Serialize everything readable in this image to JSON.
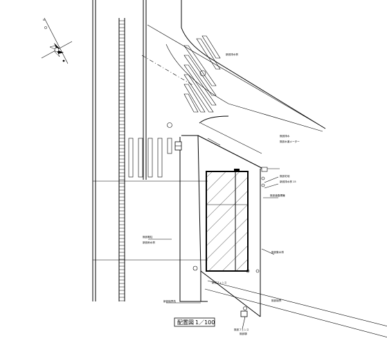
{
  "title": {
    "name": "配置図",
    "scale": "1／100"
  },
  "compass": {
    "north_mark": "N"
  },
  "annotations": [
    "新設排水桝",
    "既設排水",
    "既設水道メーター",
    "既設宅地",
    "新設排水桝 15",
    "既設道路標識",
    "既設電柱",
    "新設雨水桝",
    "既設集水桝",
    "新設境界杭",
    "既設境界",
    "新設フェンス",
    "既設フェンス",
    "既設塀"
  ]
}
